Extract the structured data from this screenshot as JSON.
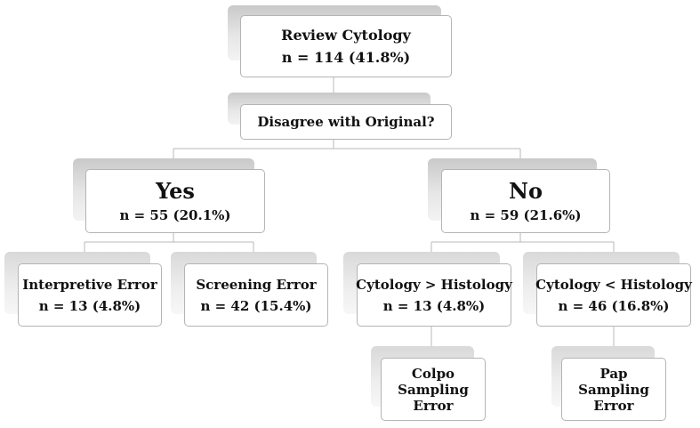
{
  "diagram": {
    "review": {
      "title": "Review Cytology",
      "count": "n = 114 (41.8%)"
    },
    "disagree": {
      "title": "Disagree with Original?"
    },
    "yes": {
      "title": "Yes",
      "count": "n = 55 (20.1%)"
    },
    "no": {
      "title": "No",
      "count": "n = 59 (21.6%)"
    },
    "interpretive": {
      "title": "Interpretive Error",
      "count": "n = 13 (4.8%)"
    },
    "screening": {
      "title": "Screening Error",
      "count": "n = 42 (15.4%)"
    },
    "cyto_gt_histo": {
      "title": "Cytology > Histology",
      "count": "n = 13 (4.8%)"
    },
    "cyto_lt_histo": {
      "title": "Cytology < Histology",
      "count": "n = 46 (16.8%)"
    },
    "colpo": {
      "lines": [
        "Colpo",
        "Sampling",
        "Error"
      ]
    },
    "pap": {
      "lines": [
        "Pap",
        "Sampling",
        "Error"
      ]
    }
  },
  "colors": {
    "border": "#b4b4b4",
    "connector": "#b9b9b9",
    "shadow": "#c9c9c9"
  }
}
